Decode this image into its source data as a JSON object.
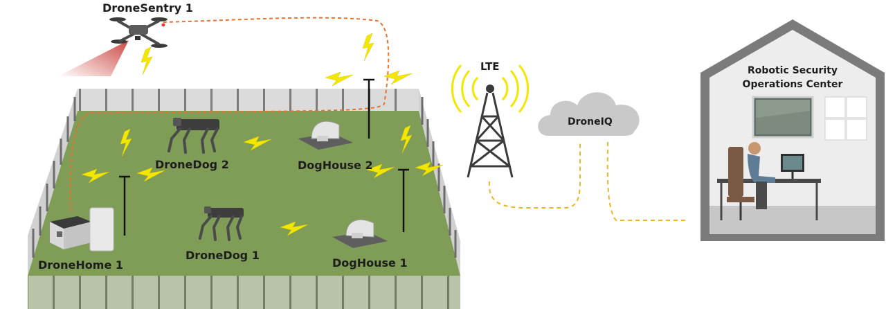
{
  "labels": {
    "drone_sentry": "DroneSentry 1",
    "drone_dog_2": "DroneDog 2",
    "drone_dog_1": "DroneDog 1",
    "dog_house_2": "DogHouse 2",
    "dog_house_1": "DogHouse 1",
    "drone_home": "DroneHome 1",
    "lte": "LTE",
    "drone_iq": "DroneIQ",
    "soc_line1": "Robotic Security",
    "soc_line2": "Operations Center"
  },
  "colors": {
    "grass": "#7f9d57",
    "fence": "#9a9a9a",
    "signal": "#f3e600",
    "drone_link": "#e8722d",
    "wired_link": "#e8b923",
    "cloud": "#c9c9c9",
    "building": "#7b7b7b"
  },
  "icons": [
    "drone-icon",
    "robot-dog-icon",
    "dog-house-icon",
    "drone-home-icon",
    "cell-tower-icon",
    "cloud-icon",
    "building-icon",
    "operator-icon",
    "lightning-icon"
  ]
}
